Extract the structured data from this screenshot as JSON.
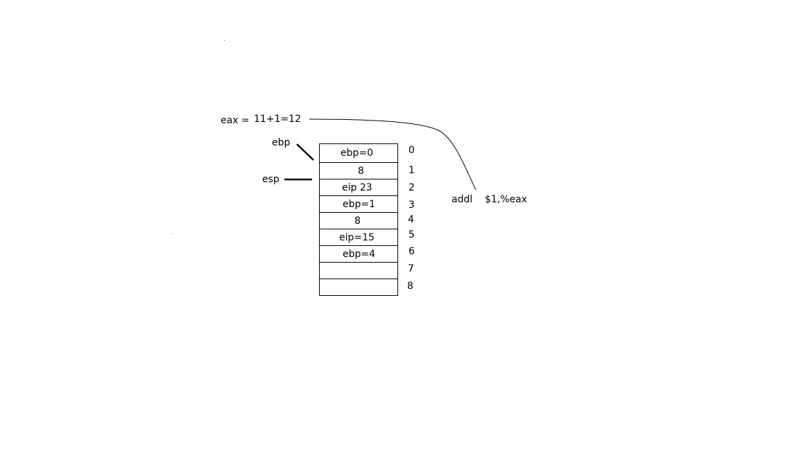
{
  "eax_label": "eax =",
  "eax_value": "11+1=12",
  "ebp_label": "ebp",
  "esp_label": "esp",
  "instruction": {
    "opcode": "addl",
    "operands": "$1,%eax"
  },
  "stack_cells": [
    "ebp=0",
    "8",
    "eip 23",
    "ebp=1",
    "8",
    "eip=15",
    "ebp=4",
    "",
    ""
  ],
  "indices": [
    "0",
    "1",
    "2",
    "3",
    "4",
    "5",
    "6",
    "7",
    "8"
  ]
}
